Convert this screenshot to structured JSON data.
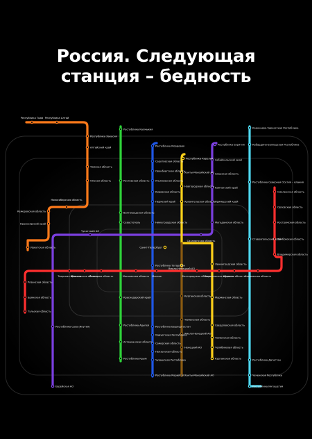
{
  "title": {
    "line1": "Россия. Следующая",
    "line2": "станция – бедность"
  },
  "colors": {
    "orange": "#ff7a1a",
    "green": "#2fd33a",
    "blue": "#1f57e6",
    "violet": "#7b3fe0",
    "yellow": "#ffd21a",
    "cyan": "#4fd8f0",
    "red": "#ff2f2f",
    "brown": "#8a5a10"
  },
  "stations": {
    "tyva": "Республика Тыва",
    "altai_rep": "Республика Алтай",
    "khakasia": "Республика Хакасия",
    "altai_krai": "Алтайский край",
    "tomsk": "Томская область",
    "omsk": "Омская область",
    "novosibirsk": "Новосибирская область",
    "kemerovo": "Кемеровская область",
    "krasnoyarsk": "Красноярский край",
    "irkutsk": "Иркутская область",
    "kalmykia": "Республика Калмыкия",
    "rostov": "Ростовская область",
    "volgograd": "Волгоградская область",
    "sevastopol": "Севастополь",
    "krasnodar": "Краснодарский край",
    "adygea": "Республика Адыгея",
    "astrakhan": "Астраханская область",
    "crimea": "Республика Крым",
    "mordovia": "Республика Мордовия",
    "saratov": "Саратовская область",
    "orenburg": "Оренбургская область",
    "ulyanovsk": "Ульяновская область",
    "kirov": "Кировская область",
    "kurgan_b": "Курганская область",
    "perm": "Пермский край",
    "nizhny": "Нижегородская область",
    "tatarstan": "Республика Татарстан",
    "bashkortostan": "Республика Башкортостан",
    "udmurtia": "Удмуртская Республика",
    "samara": "Самарская область",
    "penza": "Пензенская область",
    "chuvashia": "Чувашская Республика",
    "mari_el": "Республика Марий Эл",
    "karelia": "Республика Карелия",
    "khmao": "Ханты-Мансийский АО",
    "novgorod": "Новгородская область",
    "arkhangelsk": "Архангельская область",
    "spb": "Санкт-Петербург",
    "buryatia": "Республика Бурятия",
    "zabaikal": "Забайкальский край",
    "amur": "Амурская область",
    "kamchatka": "Камчатский край",
    "primorsky": "Приморский край",
    "magadan": "Магаданская область",
    "sakhalin": "Сахалинская область",
    "murmansk": "Мурманская область",
    "yanao": "Ямало-Ненецкий АО",
    "sverdlovsk": "Свердловская область",
    "tyumen": "Тюменская область",
    "chelyabinsk": "Челябинская область",
    "kurgan": "Курганская область",
    "kabardino": "Кабардино-Балкарская Республика",
    "karachaevo": "Карачаево-Черкесская Республика",
    "n_ossetia": "Республика Северная Осетия – Алания",
    "stavropol": "Ставропольский край",
    "dagestan": "Республика Дагестан",
    "chechnya": "Чеченская Республика",
    "ingushetia": "Республика Ингушетия",
    "smolensk": "Смоленская область",
    "oryol": "Орловская область",
    "kostroma": "Костромская область",
    "tambov": "Тамбовская область",
    "vladimir": "Владимирская область",
    "ivanovo": "Ивановская область",
    "ryazan": "Рязанская область",
    "bryansk": "Брянская область",
    "tver": "Тверская область",
    "tula": "Тульская область",
    "yaroslavl": "Ярославская область",
    "lipetsk": "Липецкая область",
    "moscow_obl": "Московская область",
    "moscow": "Москва",
    "belgorod": "Белгородская область",
    "voronezh": "Воронежская область",
    "kursk": "Курская область",
    "leningrad": "Ленинградская область",
    "chukotka": "Чукотский АО",
    "yakutia": "Республика Саха (Якутия)",
    "jewish": "Еврейская АО",
    "khabarovsk": "Хабаровский край",
    "khanty_b": "Ханты-Мансийский АО",
    "nenets": "Ненецкий АО",
    "yamal_b": "Ямало-Ненецкий АО",
    "tyumen_b": "Тюменская область"
  }
}
